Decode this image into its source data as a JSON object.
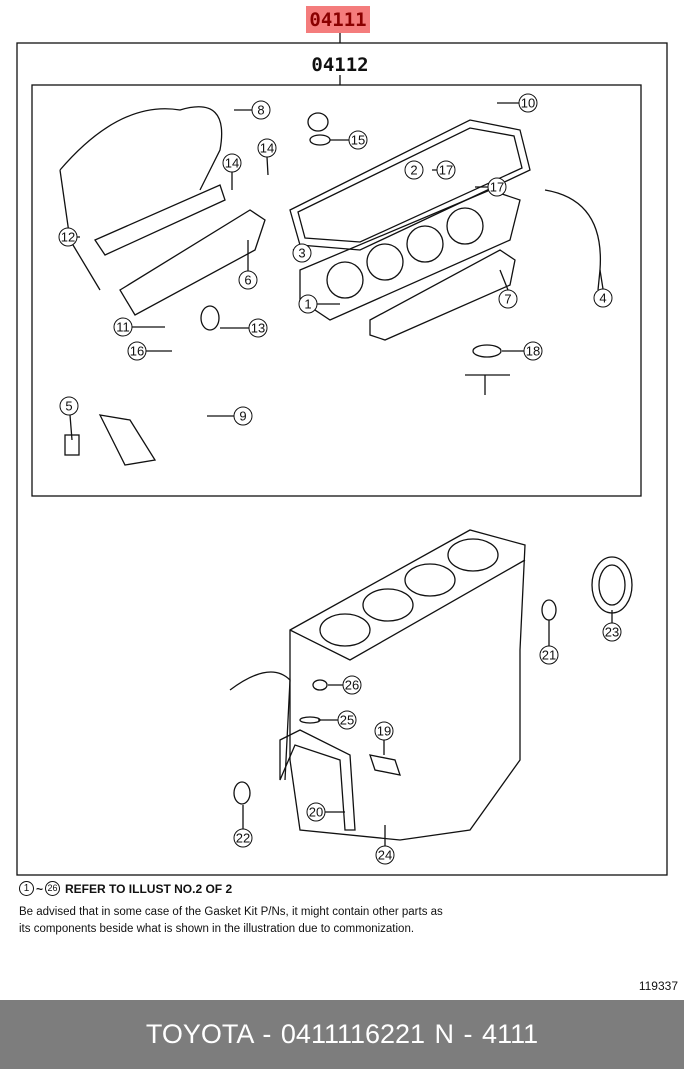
{
  "header": {
    "assembly_code": "04111",
    "sub_assembly_code": "04112"
  },
  "callouts": [
    "8",
    "10",
    "15",
    "14",
    "14",
    "2",
    "17",
    "17",
    "12",
    "6",
    "3",
    "1",
    "7",
    "4",
    "11",
    "13",
    "16",
    "18",
    "5",
    "9",
    "23",
    "21",
    "26",
    "25",
    "19",
    "20",
    "22",
    "24"
  ],
  "notes": {
    "refer_range_start": "1",
    "refer_range_end": "26",
    "refer_text": "REFER TO ILLUST NO.2 OF 2",
    "advisory_line1": "Be advised that in some case of the Gasket Kit P/Ns,  it might contain other parts as",
    "advisory_line2": "its components beside what is shown in the illustration due to commonization."
  },
  "figure_id": "119337",
  "footer": {
    "brand": "TOYOTA",
    "part_number": "0411116221",
    "ref": "N - 4111",
    "text": "TOYOTA - 0411116221     N - 4111"
  }
}
